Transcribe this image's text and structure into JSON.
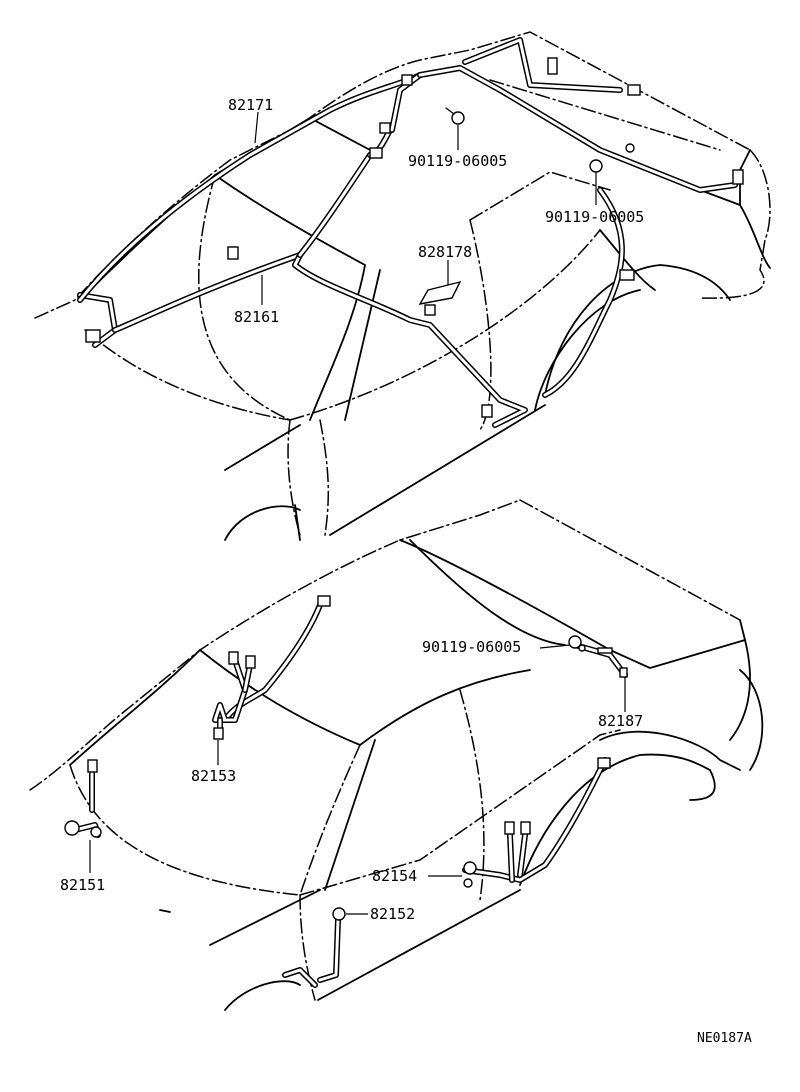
{
  "diagram": {
    "top_car": {
      "labels": {
        "p82171": "82171",
        "p82161": "82161",
        "p828178": "828178",
        "p90119_a": "90119-06005",
        "p90119_b": "90119-06005"
      }
    },
    "bottom_car": {
      "labels": {
        "p90119_c": "90119-06005",
        "p82187": "82187",
        "p82153": "82153",
        "p82151": "82151",
        "p82154": "82154",
        "p82152": "82152"
      }
    },
    "drawing_code": "NE0187A"
  }
}
